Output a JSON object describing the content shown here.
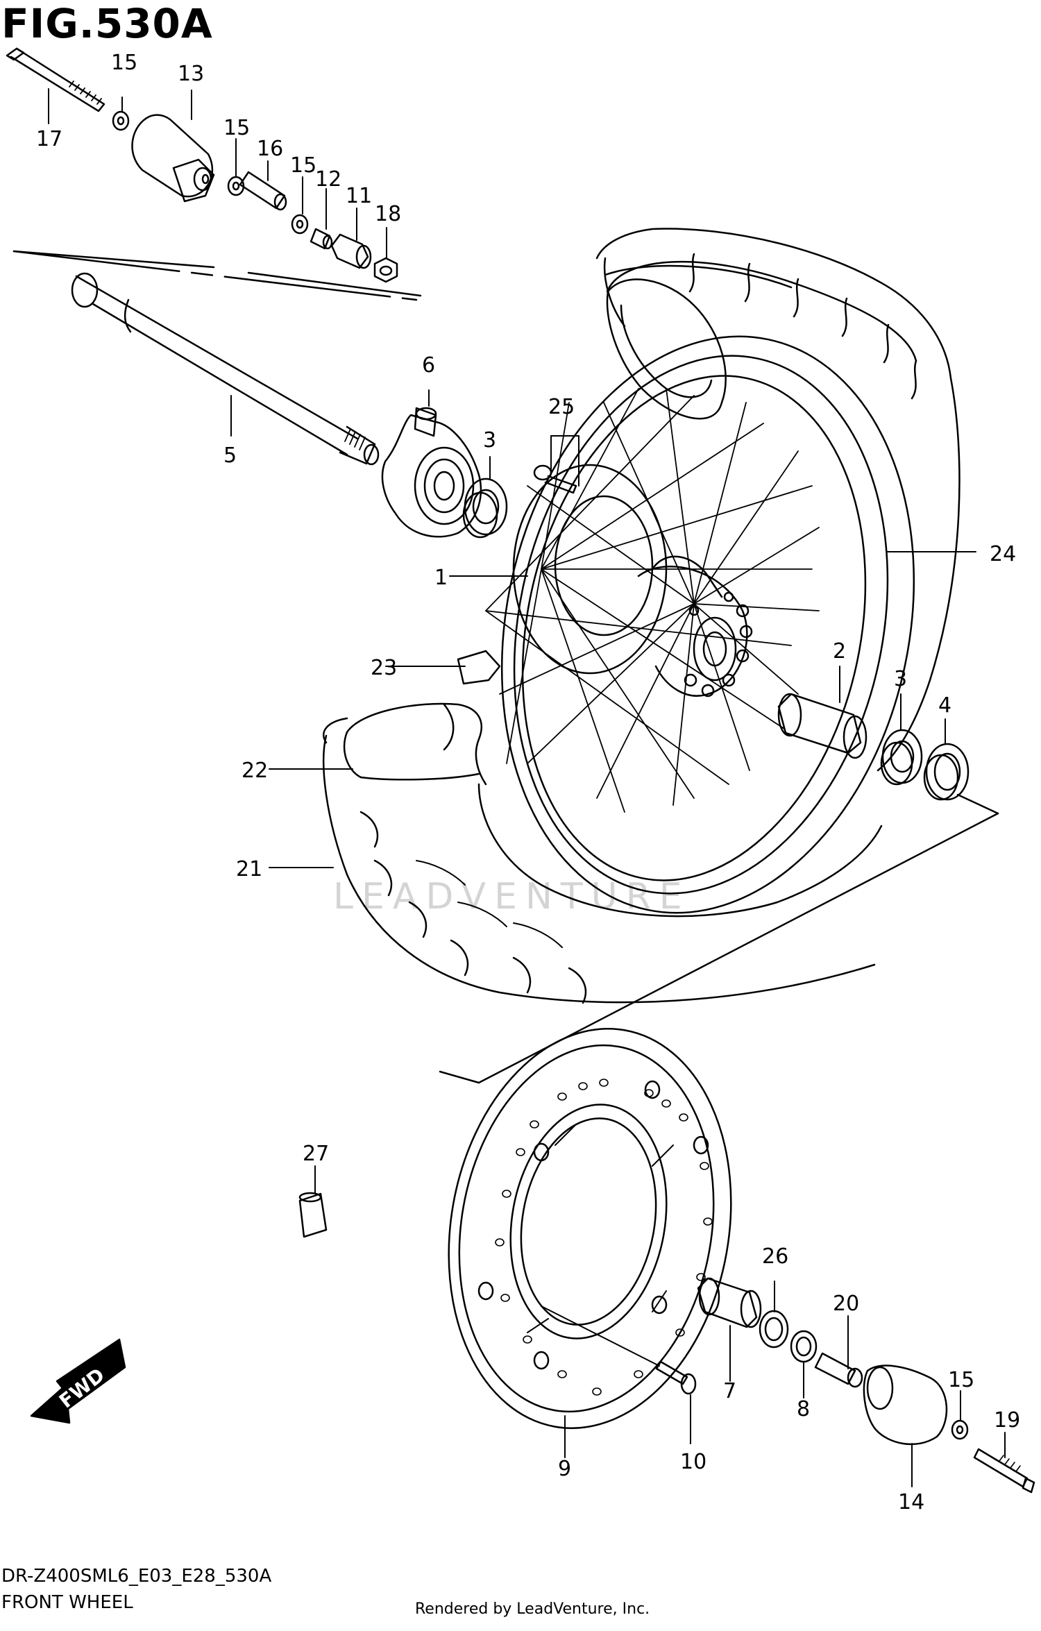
{
  "title": "FIG.530A",
  "code": "DR-Z400SML6_E03_E28_530A",
  "subtitle": "FRONT WHEEL",
  "rendered_by": "Rendered by LeadVenture, Inc.",
  "watermark": "LEADVENTURE",
  "fwd_label": "FWD",
  "callouts": [
    "1",
    "2",
    "3",
    "3",
    "4",
    "5",
    "6",
    "7",
    "8",
    "9",
    "10",
    "11",
    "12",
    "13",
    "14",
    "15",
    "15",
    "15",
    "15",
    "16",
    "17",
    "18",
    "19",
    "20",
    "21",
    "22",
    "23",
    "24",
    "25",
    "26",
    "27"
  ]
}
